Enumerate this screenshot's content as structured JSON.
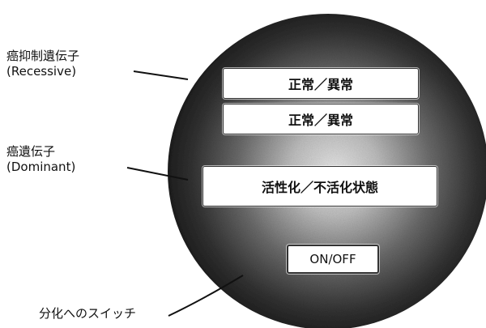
{
  "labels": {
    "tumor_suppressor": {
      "title": "癌抑制遺伝子",
      "subtitle": "(Recessive)"
    },
    "oncogene": {
      "title": "癌遺伝子",
      "subtitle": "(Dominant)"
    },
    "switch": {
      "title": "分化へのスイッチ"
    }
  },
  "boxes": {
    "status_1": "正常／異常",
    "status_2": "正常／異常",
    "activation": "活性化／不活化状態",
    "on_off": "ON/OFF"
  },
  "colors": {
    "sphere_dark": "#1a1a1a",
    "sphere_light": "#dcdcdc",
    "text": "#111111",
    "background": "#ffffff"
  }
}
